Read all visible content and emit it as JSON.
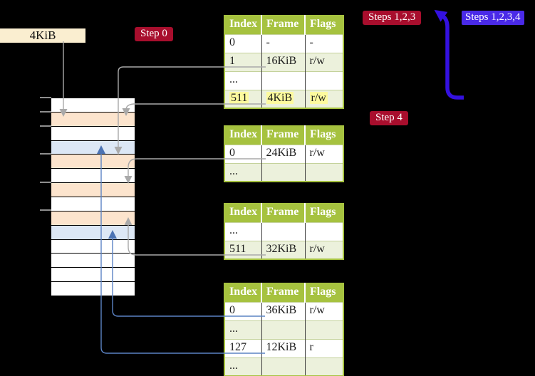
{
  "diagram": {
    "frame_label": "4KiB",
    "badges": {
      "step0": "Step 0",
      "steps123": "Steps 1,2,3",
      "steps1234": "Steps 1,2,3,4",
      "step4": "Step 4"
    },
    "memory_column": {
      "frames": [
        "free",
        "mapped",
        "free",
        "pagetable",
        "mapped",
        "free",
        "mapped",
        "free",
        "mapped",
        "pagetable",
        "free",
        "free",
        "free",
        "free"
      ],
      "tick_rows": [
        0,
        1,
        2,
        4,
        6,
        8
      ]
    },
    "page_tables": [
      {
        "name": "page-table-level-4",
        "columns": [
          "Index",
          "Frame",
          "Flags"
        ],
        "rows": [
          {
            "cells": [
              "0",
              "-",
              "-"
            ],
            "shaded": false,
            "highlighted": false
          },
          {
            "cells": [
              "1",
              "16KiB",
              "r/w"
            ],
            "shaded": true,
            "highlighted": false
          },
          {
            "cells": [
              "...",
              "",
              ""
            ],
            "shaded": false,
            "highlighted": false
          },
          {
            "cells": [
              "511",
              "4KiB",
              "r/w"
            ],
            "shaded": true,
            "highlighted": true
          }
        ]
      },
      {
        "name": "page-table-level-3",
        "columns": [
          "Index",
          "Frame",
          "Flags"
        ],
        "rows": [
          {
            "cells": [
              "0",
              "24KiB",
              "r/w"
            ],
            "shaded": false,
            "highlighted": false
          },
          {
            "cells": [
              "...",
              "",
              ""
            ],
            "shaded": true,
            "highlighted": false
          }
        ]
      },
      {
        "name": "page-table-level-2",
        "columns": [
          "Index",
          "Frame",
          "Flags"
        ],
        "rows": [
          {
            "cells": [
              "...",
              "",
              ""
            ],
            "shaded": false,
            "highlighted": false
          },
          {
            "cells": [
              "511",
              "32KiB",
              "r/w"
            ],
            "shaded": true,
            "highlighted": false
          }
        ]
      },
      {
        "name": "page-table-level-1",
        "columns": [
          "Index",
          "Frame",
          "Flags"
        ],
        "rows": [
          {
            "cells": [
              "0",
              "36KiB",
              "r/w"
            ],
            "shaded": false,
            "highlighted": false
          },
          {
            "cells": [
              "...",
              "",
              ""
            ],
            "shaded": true,
            "highlighted": false
          },
          {
            "cells": [
              "127",
              "12KiB",
              "r"
            ],
            "shaded": false,
            "highlighted": false
          },
          {
            "cells": [
              "...",
              "",
              ""
            ],
            "shaded": true,
            "highlighted": false
          }
        ]
      }
    ],
    "colors": {
      "table_header": "#a6c23f",
      "table_row_shade": "#ecf1dc",
      "highlight": "#fdfa9e",
      "frame_mapped": "#fce4cd",
      "frame_pagetable": "#dce7f5",
      "frame_free": "#ffffff",
      "badge_red": "#a80e2d",
      "badge_violet": "#4a2ae8",
      "arrow_gray": "#a9a9a9",
      "arrow_blue": "#5b83c4",
      "arrow_blue_head": "#4d74b4",
      "big_arrow": "#3411e0",
      "frame_label_bg": "#faeed0"
    }
  }
}
